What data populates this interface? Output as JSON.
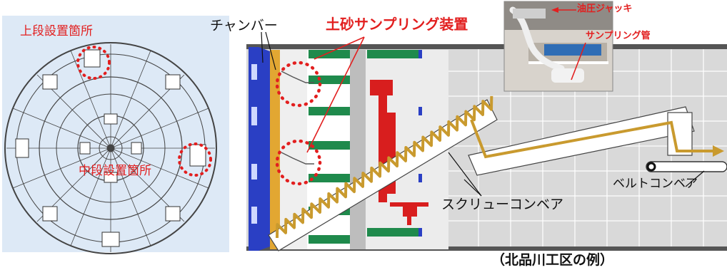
{
  "labels": {
    "upper_location": "上段設置箇所",
    "middle_location": "中段設置箇所",
    "chamber": "チャンバー",
    "soil_sampling_device": "土砂サンプリング装置",
    "hydraulic_jack": "油圧ジャッキ",
    "sampling_pipe": "サンプリング管",
    "screw_conveyor": "スクリューコンベア",
    "belt_conveyor": "ベルトコンベア",
    "caption": "（北品川工区の例）"
  },
  "colors": {
    "accent_red": "#e21f1f",
    "cutter_blue": "#2a3fc4",
    "chamber_yellow": "#e2a732",
    "spiral_gold": "#c99a2e",
    "rib_green": "#1f8a4c",
    "motor_red": "#d81e1e",
    "sky_blue_bg": "#dde9f6"
  },
  "icons": {
    "sampling_marker": "dotted-circle",
    "arrow": "arrow-icon"
  }
}
